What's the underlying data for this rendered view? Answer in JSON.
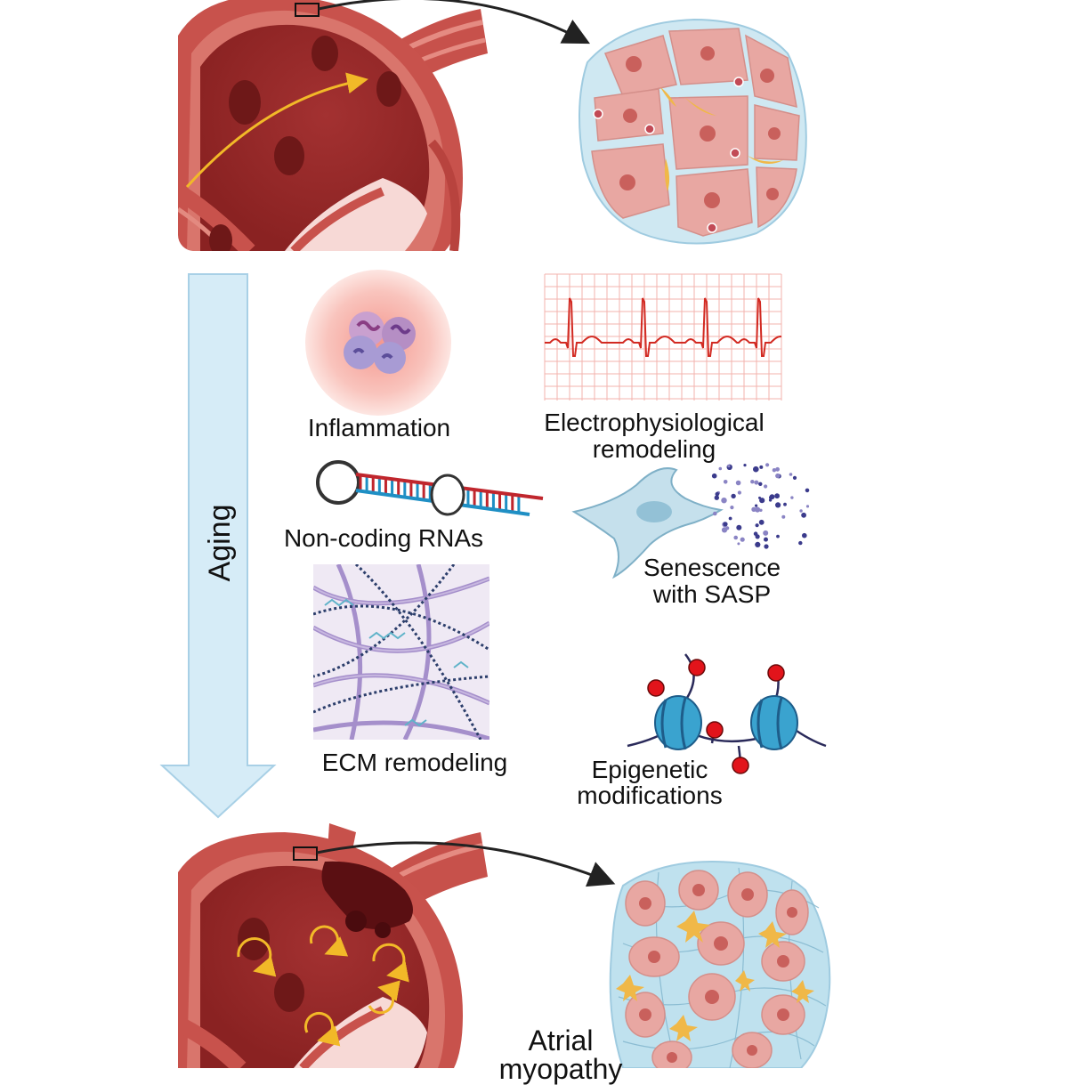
{
  "labels": {
    "aging": "Aging",
    "inflammation": "Inflammation",
    "electro_line1": "Electrophysiological",
    "electro_line2": "remodeling",
    "noncoding": "Non-coding RNAs",
    "senescence_line1": "Senescence",
    "senescence_line2": "with SASP",
    "ecm": "ECM remodeling",
    "epigenetic_line1": "Epigenetic",
    "epigenetic_line2": "modifications",
    "atrial_line1": "Atrial",
    "atrial_line2": "myopathy"
  },
  "colors": {
    "atrium_wall": "#c8524c",
    "atrium_chamber": "#9c2b2b",
    "atrium_highlight": "#d9756c",
    "cardiomyocyte": "#e8a7a2",
    "cell_nucleus": "#c9605c",
    "interstitium": "#bfe1ee",
    "fibroblast": "#f0b848",
    "arrow_fill": "#d6ecf7",
    "arrow_stroke": "#a8d0e6",
    "ecg_trace": "#d22a22",
    "ecg_grid": "#f3b3ad",
    "histone": "#3aa3cf",
    "methyl_mark": "#e2141b",
    "conduction_arrow": "#f2b928"
  },
  "icons": [
    "healthy-atrium-icon",
    "healthy-tissue-icon",
    "aging-arrow-icon",
    "inflammation-cells-icon",
    "ecg-icon",
    "rna-hairpin-icon",
    "senescent-cell-icon",
    "ecm-fibers-icon",
    "nucleosome-icon",
    "aged-atrium-icon",
    "fibrotic-tissue-icon"
  ]
}
